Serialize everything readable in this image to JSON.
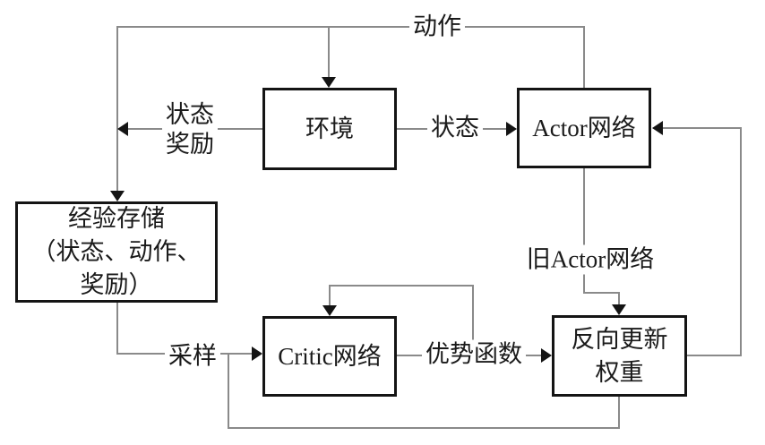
{
  "diagram": {
    "description": "Actor-Critic reinforcement learning flow diagram",
    "colors": {
      "background": "#ffffff",
      "connector_line": "#8a8a8a",
      "box_border": "#141414",
      "text": "#1a1a1a"
    },
    "nodes": [
      {
        "id": "environment",
        "label": "环境"
      },
      {
        "id": "actor-network",
        "label": "Actor网络"
      },
      {
        "id": "experience-storage",
        "label": "经验存储\n（状态、动作、\n奖励）"
      },
      {
        "id": "critic-network",
        "label": "Critic网络"
      },
      {
        "id": "update-weights",
        "label": "反向更新\n权重"
      }
    ],
    "edge_labels": [
      {
        "id": "action",
        "text": "动作"
      },
      {
        "id": "state-reward",
        "text": "状态\n奖励"
      },
      {
        "id": "state",
        "text": "状态"
      },
      {
        "id": "old-actor-network",
        "text": "旧Actor网络"
      },
      {
        "id": "sampling",
        "text": "采样"
      },
      {
        "id": "advantage-function",
        "text": "优势函数"
      }
    ]
  }
}
